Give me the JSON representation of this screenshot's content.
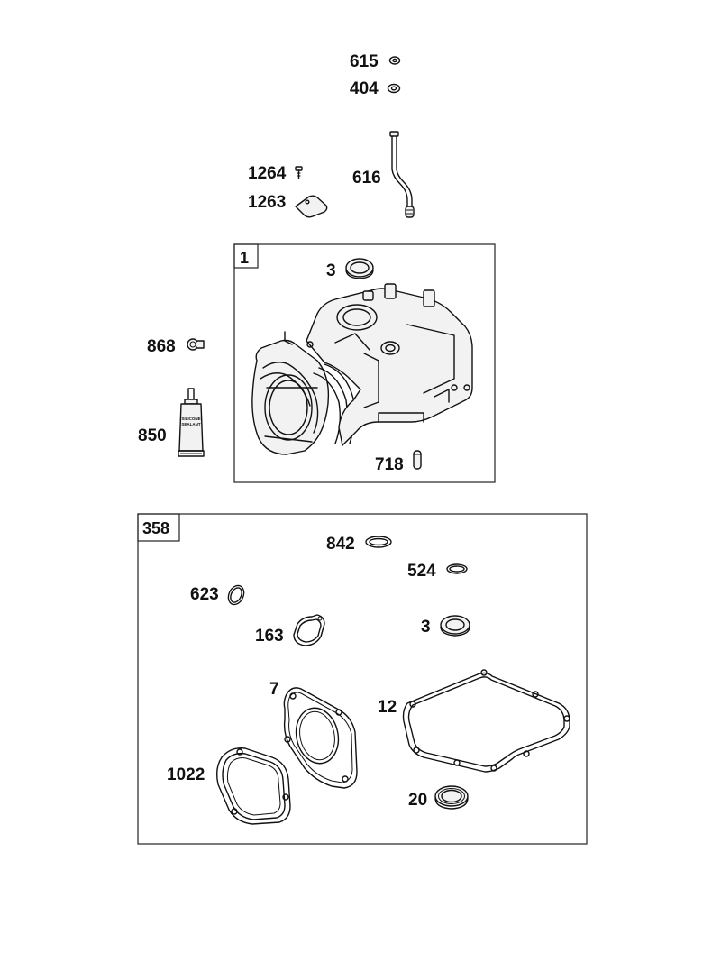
{
  "labels": {
    "p615": "615",
    "p404": "404",
    "p1264": "1264",
    "p1263": "1263",
    "p616": "616",
    "p868": "868",
    "p850": "850",
    "p3a": "3",
    "p718": "718",
    "p842": "842",
    "p524": "524",
    "p623": "623",
    "p163": "163",
    "p3b": "3",
    "p7": "7",
    "p12": "12",
    "p1022": "1022",
    "p20": "20"
  },
  "boxes": {
    "box1": "1",
    "box358": "358"
  },
  "tube_text": {
    "line1": "SILICONE",
    "line2": "SEALANT"
  }
}
